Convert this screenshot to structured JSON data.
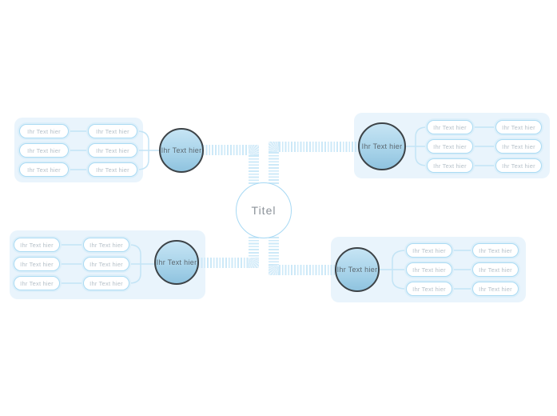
{
  "center": {
    "label": "Titel"
  },
  "branches": [
    {
      "position": "top-left",
      "label": "Ihr Text hier",
      "rows": [
        {
          "outer": "Ihr Text hier",
          "inner": "Ihr Text hier"
        },
        {
          "outer": "Ihr Text hier",
          "inner": "Ihr Text hier"
        },
        {
          "outer": "Ihr Text hier",
          "inner": "Ihr Text hier"
        }
      ]
    },
    {
      "position": "top-right",
      "label": "Ihr Text hier",
      "rows": [
        {
          "inner": "Ihr Text hier",
          "outer": "Ihr Text hier"
        },
        {
          "inner": "Ihr Text hier",
          "outer": "Ihr Text hier"
        },
        {
          "inner": "Ihr Text hier",
          "outer": "Ihr Text hier"
        }
      ]
    },
    {
      "position": "bottom-left",
      "label": "Ihr Text hier",
      "rows": [
        {
          "outer": "Ihr Text hier",
          "inner": "Ihr Text hier"
        },
        {
          "outer": "Ihr Text hier",
          "inner": "Ihr Text hier"
        },
        {
          "outer": "Ihr Text hier",
          "inner": "Ihr Text hier"
        }
      ]
    },
    {
      "position": "bottom-right",
      "label": "Ihr Text hier",
      "rows": [
        {
          "inner": "Ihr Text hier",
          "outer": "Ihr Text hier"
        },
        {
          "inner": "Ihr Text hier",
          "outer": "Ihr Text hier"
        },
        {
          "inner": "Ihr Text hier",
          "outer": "Ihr Text hier"
        }
      ]
    }
  ],
  "colors": {
    "background": "#ffffff",
    "panel": "#e9f4fc",
    "pill_border": "#abdbf3",
    "pill_text": "#b6c1c9",
    "connector_line": "#c3e4f5",
    "ribbon_stripe": "#cde9f8",
    "branch_circle_fill_top": "#c6e4f4",
    "branch_circle_fill_bottom": "#8fc3df",
    "branch_circle_border": "#3d4347",
    "branch_circle_text": "#5c6870",
    "center_circle_border": "#a7d9f4",
    "center_text": "#8b9299"
  }
}
